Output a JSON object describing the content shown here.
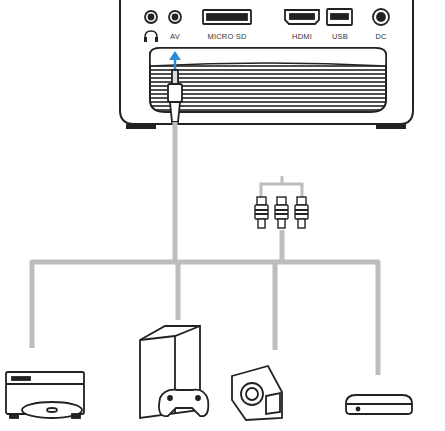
{
  "diagram": {
    "labels": [
      "AV",
      "MICRO SD",
      "HDMI",
      "USB",
      "DC"
    ]
  }
}
